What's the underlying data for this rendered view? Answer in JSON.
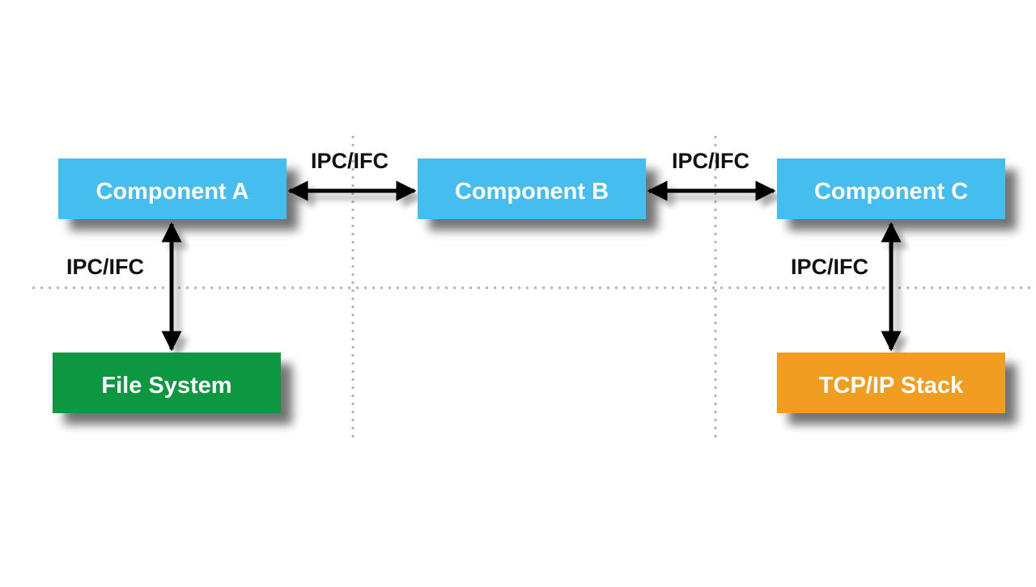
{
  "colors": {
    "component": "#45bdee",
    "file_system": "#0c973f",
    "tcp_ip_stack": "#f19d22",
    "box_text": "#ffffff",
    "arrow": "#000000",
    "divider": "#b5b5b5"
  },
  "nodes": {
    "component_a": "Component A",
    "component_b": "Component B",
    "component_c": "Component C",
    "file_system": "File System",
    "tcp_ip_stack": "TCP/IP Stack"
  },
  "links": {
    "a_b": "IPC/IFC",
    "b_c": "IPC/IFC",
    "a_fs": "IPC/IFC",
    "c_tcp": "IPC/IFC"
  }
}
